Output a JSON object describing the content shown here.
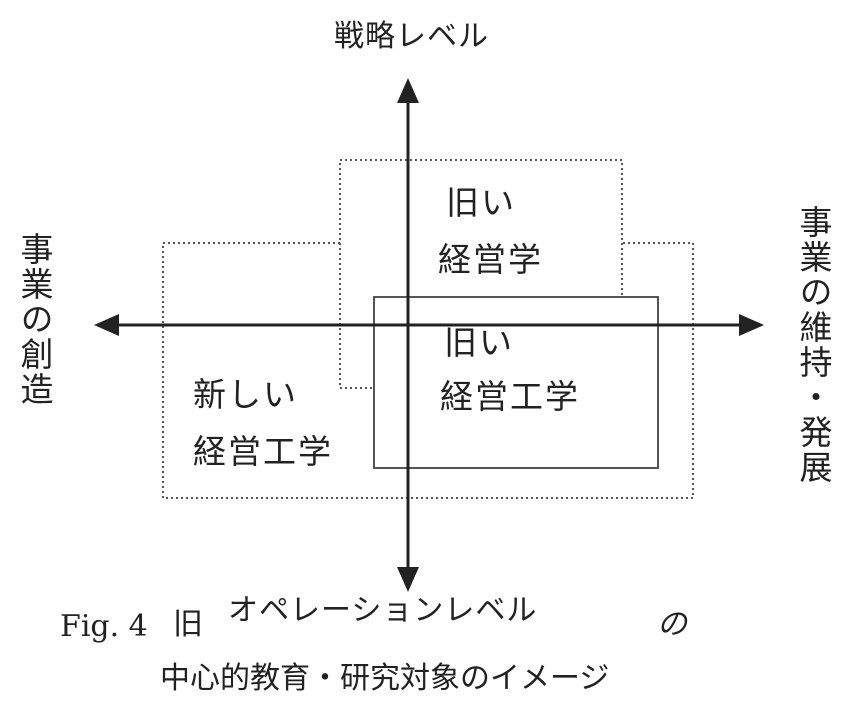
{
  "axes": {
    "top": "戦略レベル",
    "bottom": "オペレーションレベル",
    "left": "事業の創造",
    "right": "事業の維持・発展"
  },
  "regions": {
    "old_management": {
      "line1": "旧い",
      "line2": "経営学"
    },
    "old_engineering": {
      "line1": "旧い",
      "line2": "経営工学"
    },
    "new_engineering": {
      "line1": "新しい",
      "line2": "経営工学"
    }
  },
  "caption": {
    "fig_no": "Fig. 4",
    "fragment1": "旧",
    "fragment2": "の",
    "line2": "中心的教育・研究対象のイメージ"
  },
  "colors": {
    "ink": "#222222",
    "box_stroke": "#555555"
  }
}
